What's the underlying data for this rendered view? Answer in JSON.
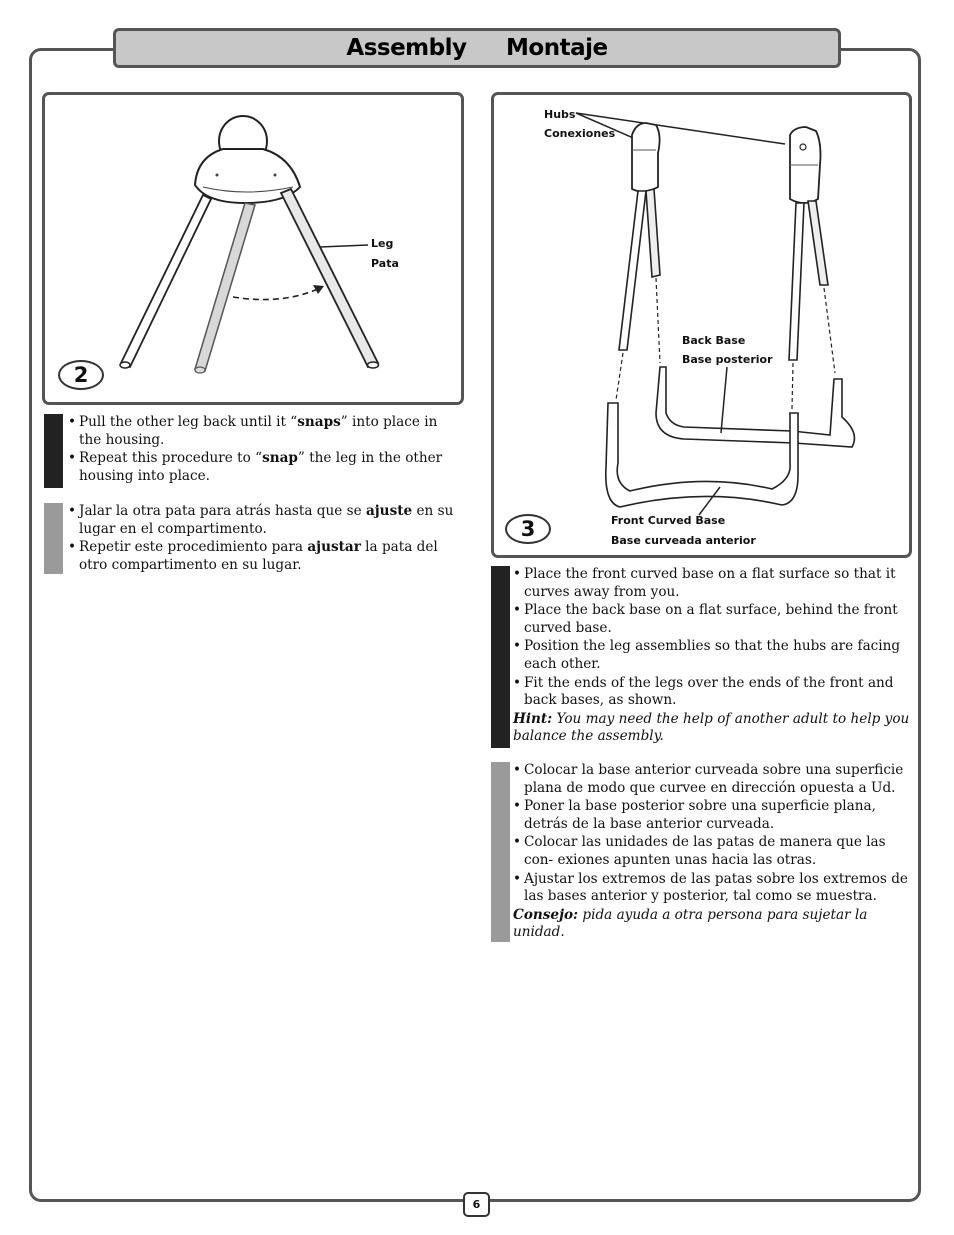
{
  "header": {
    "title_en": "Assembly",
    "title_es": "Montaje"
  },
  "step2": {
    "number": "2",
    "leg_label_en": "Leg",
    "leg_label_es": "Pata",
    "en": {
      "b1_pre": "Pull the other leg back until it “",
      "b1_bold": "snaps",
      "b1_post": "” into place in the housing.",
      "b2_pre": "Repeat this procedure to “",
      "b2_bold": "snap",
      "b2_post": "” the leg in the other housing into place."
    },
    "es": {
      "b1_pre": "Jalar la otra pata para atrás hasta que se ",
      "b1_bold": "ajuste",
      "b1_post": " en su lugar en el compartimento.",
      "b2_pre": "Repetir este procedimiento para ",
      "b2_bold": "ajustar",
      "b2_post": " la pata del otro compartimento en su lugar."
    }
  },
  "step3": {
    "number": "3",
    "hubs_en": "Hubs",
    "hubs_es": "Conexiones",
    "back_base_en": "Back Base",
    "back_base_es": "Base posterior",
    "front_base_en": "Front Curved Base",
    "front_base_es": "Base curveada anterior",
    "en": {
      "bullets": [
        "Place the front curved base on a flat surface so that it curves away from you.",
        "Place the back base on a flat surface, behind the front curved base.",
        "Position the leg assemblies so that the hubs are facing each other.",
        "Fit the ends of the legs over the ends of the front and back bases, as shown."
      ],
      "hint_label": "Hint:",
      "hint_text": " You may need the help of another adult to help you balance the assembly."
    },
    "es": {
      "bullets": [
        "Colocar la base anterior curveada sobre una superficie plana de modo que curvee en dirección opuesta a Ud.",
        "Poner la base posterior sobre una superficie plana, detrás de la base anterior curveada.",
        "Colocar las unidades de las patas de manera que las con- exiones apunten unas hacia las otras.",
        "Ajustar los extremos de las patas sobre los extremos de las bases anterior y posterior, tal como se muestra."
      ],
      "hint_label": "Consejo:",
      "hint_text": " pida ayuda a otra persona para sujetar la unidad."
    }
  },
  "footer": {
    "page_number": "6"
  },
  "colors": {
    "frame": "#555555",
    "title_bg": "#c8c8c8",
    "english_bar": "#222222",
    "spanish_bar": "#9a9a9a"
  }
}
